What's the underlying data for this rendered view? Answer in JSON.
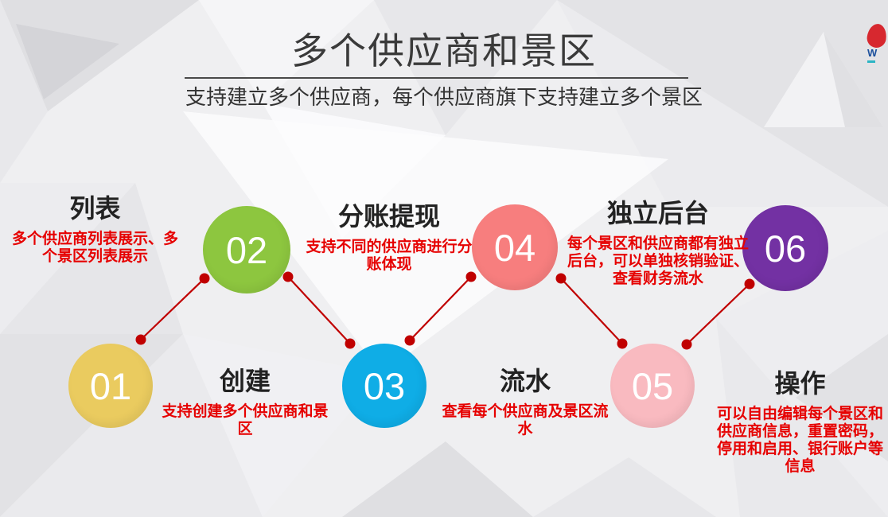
{
  "header": {
    "title": "多个供应商和景区",
    "subtitle": "支持建立多个供应商，每个供应商旗下支持建立多个景区"
  },
  "steps": [
    {
      "number": "01",
      "label": "创建",
      "description": "支持创建多个供应商和景区",
      "color": "#EACB5F"
    },
    {
      "number": "02",
      "label": "列表",
      "description": "多个供应商列表展示、多个景区列表展示",
      "color": "#8DC63F"
    },
    {
      "number": "03",
      "label": "流水",
      "description": "查看每个供应商及景区流水",
      "color": "#0FADE6"
    },
    {
      "number": "04",
      "label": "分账提现",
      "description": "支持不同的供应商进行分账体现",
      "color": "#F77E7E"
    },
    {
      "number": "05",
      "label": "操作",
      "description": "可以自由编辑每个景区和供应商信息，重置密码，停用和启用、银行账户等信息",
      "color": "#F9BAC0"
    },
    {
      "number": "06",
      "label": "独立后台",
      "description": "每个景区和供应商都有独立后台，可以单独核销验证、查看财务流水",
      "color": "#7331A3"
    }
  ],
  "logo": {
    "mark": "W"
  },
  "colors": {
    "connector": "#C00000",
    "description_text": "#E60000",
    "title_text": "#3A3A3A"
  }
}
